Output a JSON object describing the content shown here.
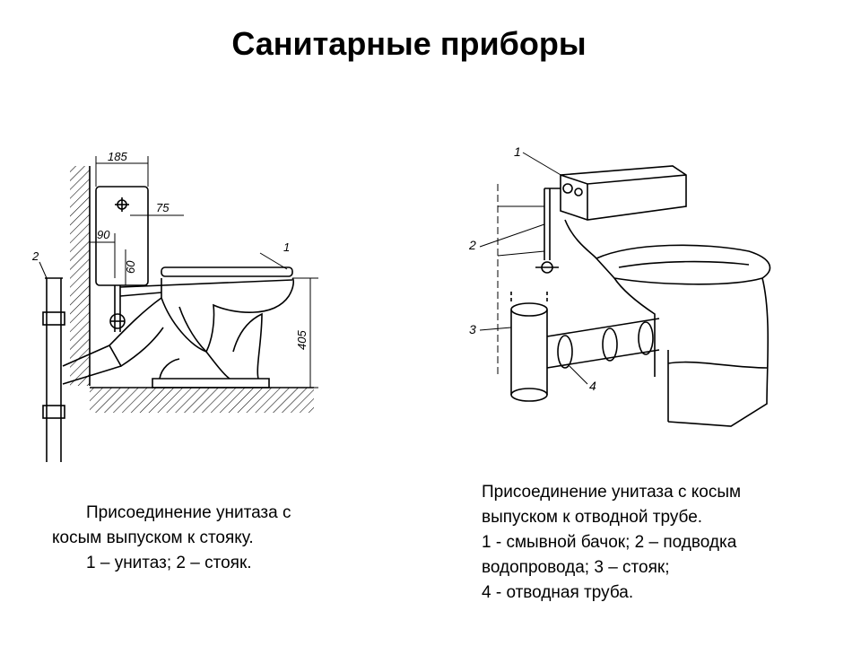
{
  "title": "Санитарные приборы",
  "left_figure": {
    "dims": {
      "d185": "185",
      "d75": "75",
      "d90": "90",
      "d60": "60",
      "d405": "405"
    },
    "labels": {
      "l1": "1",
      "l2": "2"
    },
    "caption": [
      "Присоединение унитаза с",
      "косым выпуском к стояку.",
      "1 – унитаз; 2 – стояк."
    ]
  },
  "right_figure": {
    "labels": {
      "l1": "1",
      "l2": "2",
      "l3": "3",
      "l4": "4"
    },
    "caption": [
      "Присоединение унитаза с косым",
      "выпуском к отводной трубе.",
      "1 - смывной бачок; 2 – подводка",
      "водопровода; 3 – стояк;",
      "4 - отводная труба."
    ]
  }
}
